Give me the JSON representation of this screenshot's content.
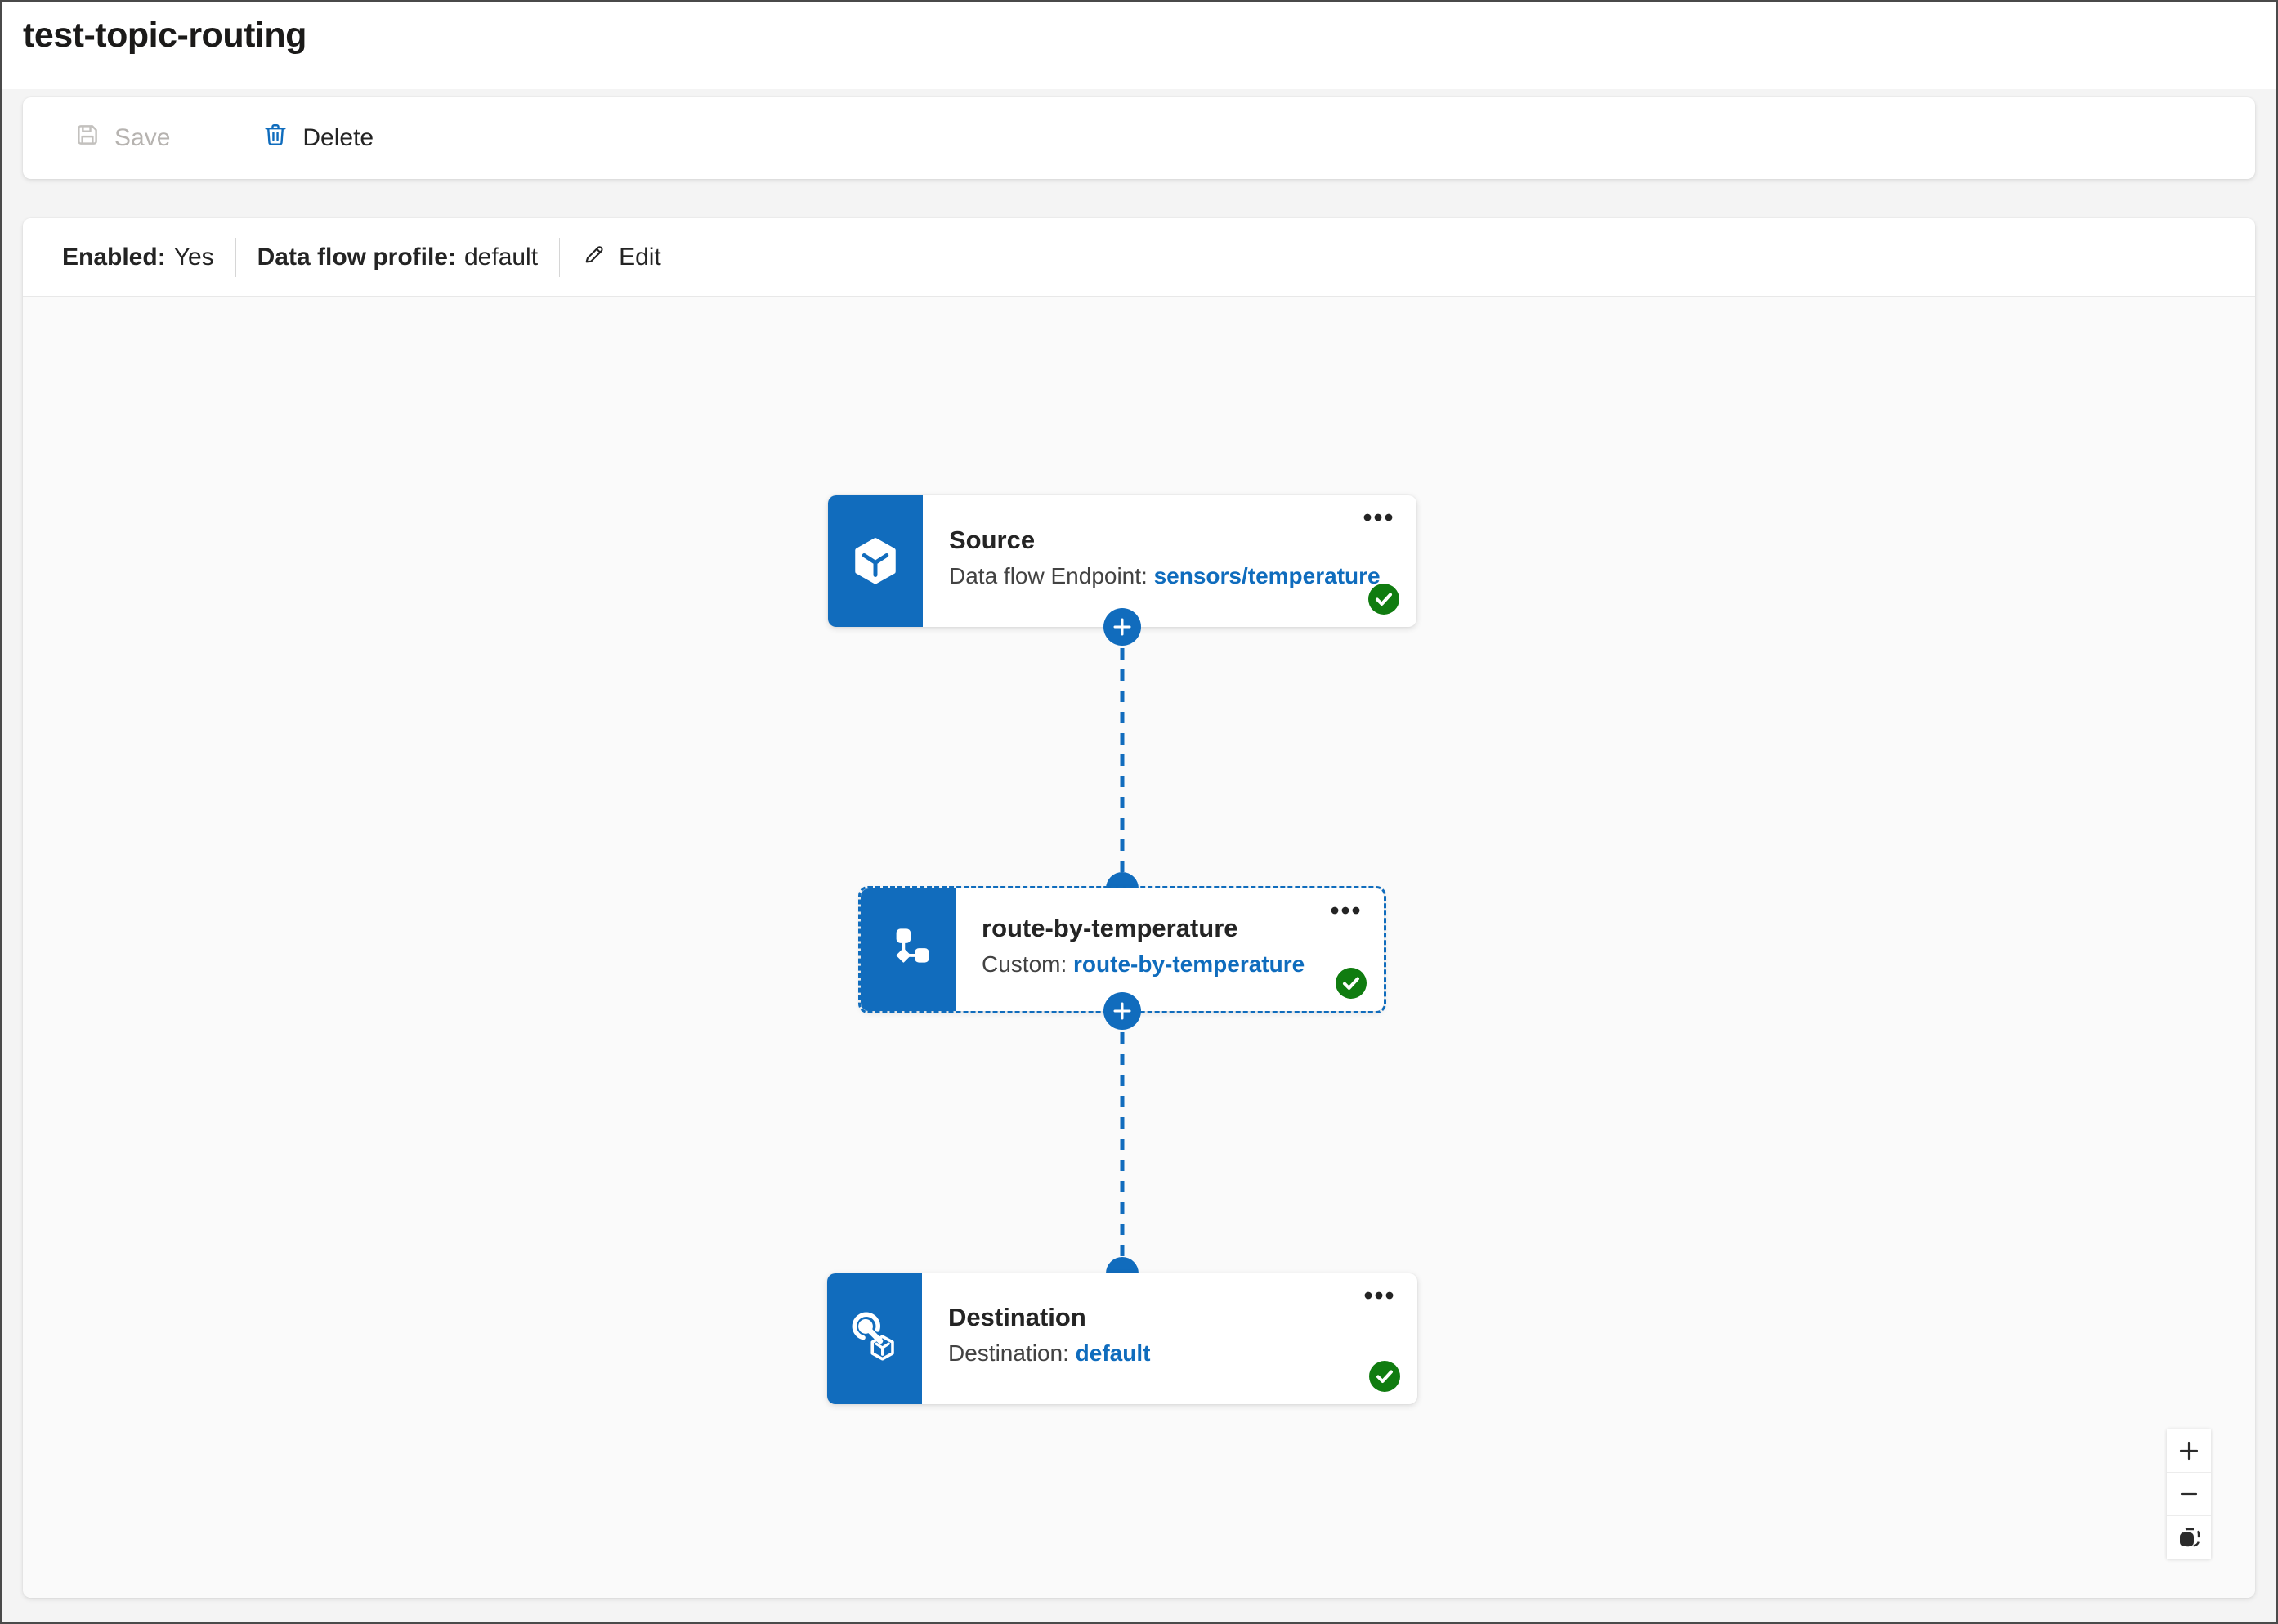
{
  "page": {
    "title": "test-topic-routing"
  },
  "toolbar": {
    "save_label": "Save",
    "delete_label": "Delete"
  },
  "status_bar": {
    "enabled_label": "Enabled:",
    "enabled_value": "Yes",
    "profile_label": "Data flow profile:",
    "profile_value": "default",
    "edit_label": "Edit"
  },
  "diagram": {
    "nodes": [
      {
        "id": "source",
        "icon": "source-cube-icon",
        "title": "Source",
        "subtitle_label": "Data flow Endpoint:",
        "subtitle_link": "sensors/temperature",
        "status": "valid",
        "selected": false
      },
      {
        "id": "transform",
        "icon": "transform-branch-icon",
        "title": "route-by-temperature",
        "subtitle_label": "Custom:",
        "subtitle_link": "route-by-temperature",
        "status": "valid",
        "selected": true
      },
      {
        "id": "destination",
        "icon": "destination-target-icon",
        "title": "Destination",
        "subtitle_label": "Destination:",
        "subtitle_link": "default",
        "status": "valid",
        "selected": false
      }
    ]
  },
  "zoom_controls": {
    "zoom_in_icon": "plus-icon",
    "zoom_out_icon": "minus-icon",
    "fit_icon": "fit-view-icon"
  },
  "colors": {
    "accent_blue": "#116cbd",
    "link_blue": "#0f6cbd",
    "success_green": "#107c10",
    "canvas_bg": "#fafafa",
    "page_bg": "#f4f4f4"
  }
}
